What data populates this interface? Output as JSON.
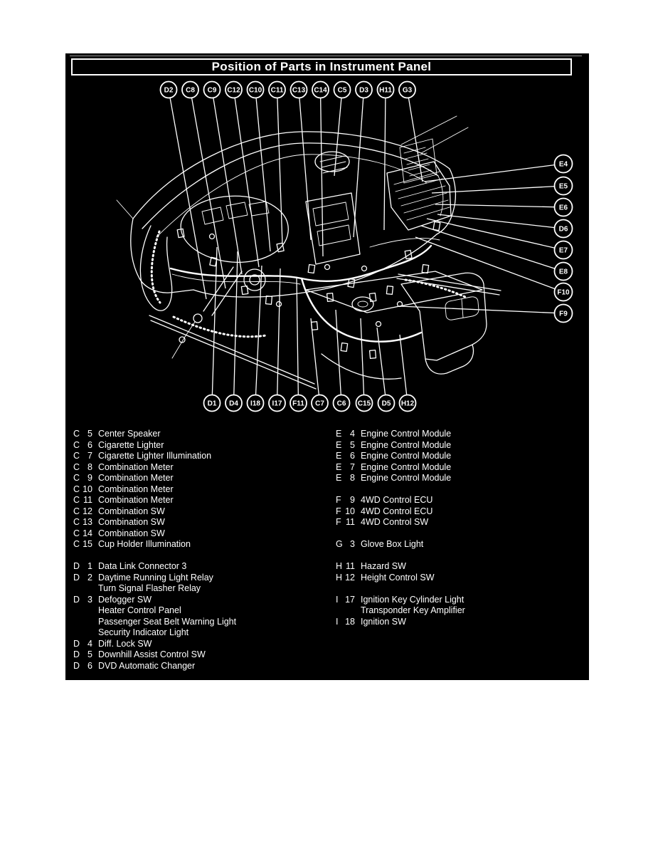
{
  "figure": {
    "title": "Position of Parts in Instrument Panel"
  },
  "colors": {
    "background": "#000000",
    "foreground": "#ffffff"
  },
  "callouts": {
    "top": [
      "D2",
      "C8",
      "C9",
      "C12",
      "C10",
      "C11",
      "C13",
      "C14",
      "C5",
      "D3",
      "H11",
      "G3"
    ],
    "right": [
      "E4",
      "E5",
      "E6",
      "D6",
      "E7",
      "E8",
      "F10",
      "F9"
    ],
    "bottom": [
      "D1",
      "D4",
      "I18",
      "I17",
      "F11",
      "C7",
      "C6",
      "C15",
      "D5",
      "H12"
    ]
  },
  "legend": {
    "left_groups": [
      {
        "entries": [
          {
            "letter": "C",
            "num": "5",
            "lines": [
              "Center Speaker"
            ]
          },
          {
            "letter": "C",
            "num": "6",
            "lines": [
              "Cigarette Lighter"
            ]
          },
          {
            "letter": "C",
            "num": "7",
            "lines": [
              "Cigarette Lighter Illumination"
            ]
          },
          {
            "letter": "C",
            "num": "8",
            "lines": [
              "Combination Meter"
            ]
          },
          {
            "letter": "C",
            "num": "9",
            "lines": [
              "Combination Meter"
            ]
          },
          {
            "letter": "C",
            "num": "10",
            "lines": [
              "Combination Meter"
            ]
          },
          {
            "letter": "C",
            "num": "11",
            "lines": [
              "Combination Meter"
            ]
          },
          {
            "letter": "C",
            "num": "12",
            "lines": [
              "Combination SW"
            ]
          },
          {
            "letter": "C",
            "num": "13",
            "lines": [
              "Combination SW"
            ]
          },
          {
            "letter": "C",
            "num": "14",
            "lines": [
              "Combination SW"
            ]
          },
          {
            "letter": "C",
            "num": "15",
            "lines": [
              "Cup Holder Illumination"
            ]
          }
        ]
      },
      {
        "entries": [
          {
            "letter": "D",
            "num": "1",
            "lines": [
              "Data Link Connector 3"
            ]
          },
          {
            "letter": "D",
            "num": "2",
            "lines": [
              "Daytime Running Light Relay",
              "Turn Signal Flasher Relay"
            ]
          },
          {
            "letter": "D",
            "num": "3",
            "lines": [
              "Defogger SW",
              "Heater Control Panel",
              "Passenger Seat Belt Warning Light",
              "Security Indicator Light"
            ]
          },
          {
            "letter": "D",
            "num": "4",
            "lines": [
              "Diff. Lock SW"
            ]
          },
          {
            "letter": "D",
            "num": "5",
            "lines": [
              "Downhill Assist Control SW"
            ]
          },
          {
            "letter": "D",
            "num": "6",
            "lines": [
              "DVD Automatic Changer"
            ]
          }
        ]
      }
    ],
    "right_groups": [
      {
        "entries": [
          {
            "letter": "E",
            "num": "4",
            "lines": [
              "Engine Control Module"
            ]
          },
          {
            "letter": "E",
            "num": "5",
            "lines": [
              "Engine Control Module"
            ]
          },
          {
            "letter": "E",
            "num": "6",
            "lines": [
              "Engine Control Module"
            ]
          },
          {
            "letter": "E",
            "num": "7",
            "lines": [
              "Engine Control Module"
            ]
          },
          {
            "letter": "E",
            "num": "8",
            "lines": [
              "Engine Control Module"
            ]
          }
        ]
      },
      {
        "entries": [
          {
            "letter": "F",
            "num": "9",
            "lines": [
              "4WD Control ECU"
            ]
          },
          {
            "letter": "F",
            "num": "10",
            "lines": [
              "4WD Control ECU"
            ]
          },
          {
            "letter": "F",
            "num": "11",
            "lines": [
              "4WD Control SW"
            ]
          }
        ]
      },
      {
        "entries": [
          {
            "letter": "G",
            "num": "3",
            "lines": [
              "Glove Box Light"
            ]
          }
        ]
      },
      {
        "entries": [
          {
            "letter": "H",
            "num": "11",
            "lines": [
              "Hazard SW"
            ]
          },
          {
            "letter": "H",
            "num": "12",
            "lines": [
              "Height Control SW"
            ]
          }
        ]
      },
      {
        "entries": [
          {
            "letter": "I",
            "num": "17",
            "lines": [
              "Ignition Key Cylinder Light",
              "Transponder Key Amplifier"
            ]
          },
          {
            "letter": "I",
            "num": "18",
            "lines": [
              "Ignition SW"
            ]
          }
        ]
      }
    ]
  }
}
